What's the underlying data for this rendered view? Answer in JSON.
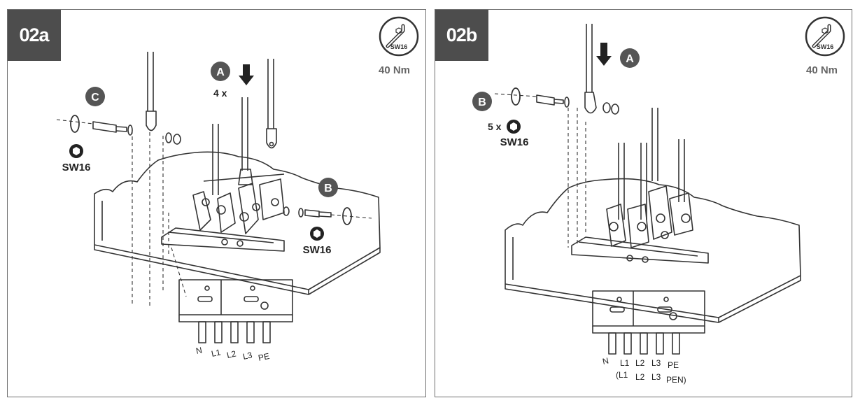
{
  "panels": [
    {
      "step": "02a",
      "torque": "40 Nm",
      "tool": "SW16",
      "steps": {
        "A": "A",
        "B": "B",
        "C": "C"
      },
      "quantity": "4 x",
      "wrench_labels": [
        "SW16",
        "SW16"
      ],
      "terminals": [
        "N",
        "L1",
        "L2",
        "L3",
        "PE"
      ]
    },
    {
      "step": "02b",
      "torque": "40 Nm",
      "tool": "SW16",
      "steps": {
        "A": "A",
        "B": "B"
      },
      "quantity": "5 x",
      "wrench_labels": [
        "SW16"
      ],
      "terminals": [
        "N",
        "L1",
        "L2",
        "L3",
        "PE"
      ],
      "terminals_alt": [
        "(L1",
        "L2",
        "L3",
        "PEN)"
      ]
    }
  ],
  "colors": {
    "tag_bg": "#4d4d4d",
    "line": "#333333",
    "badge": "#555555"
  }
}
